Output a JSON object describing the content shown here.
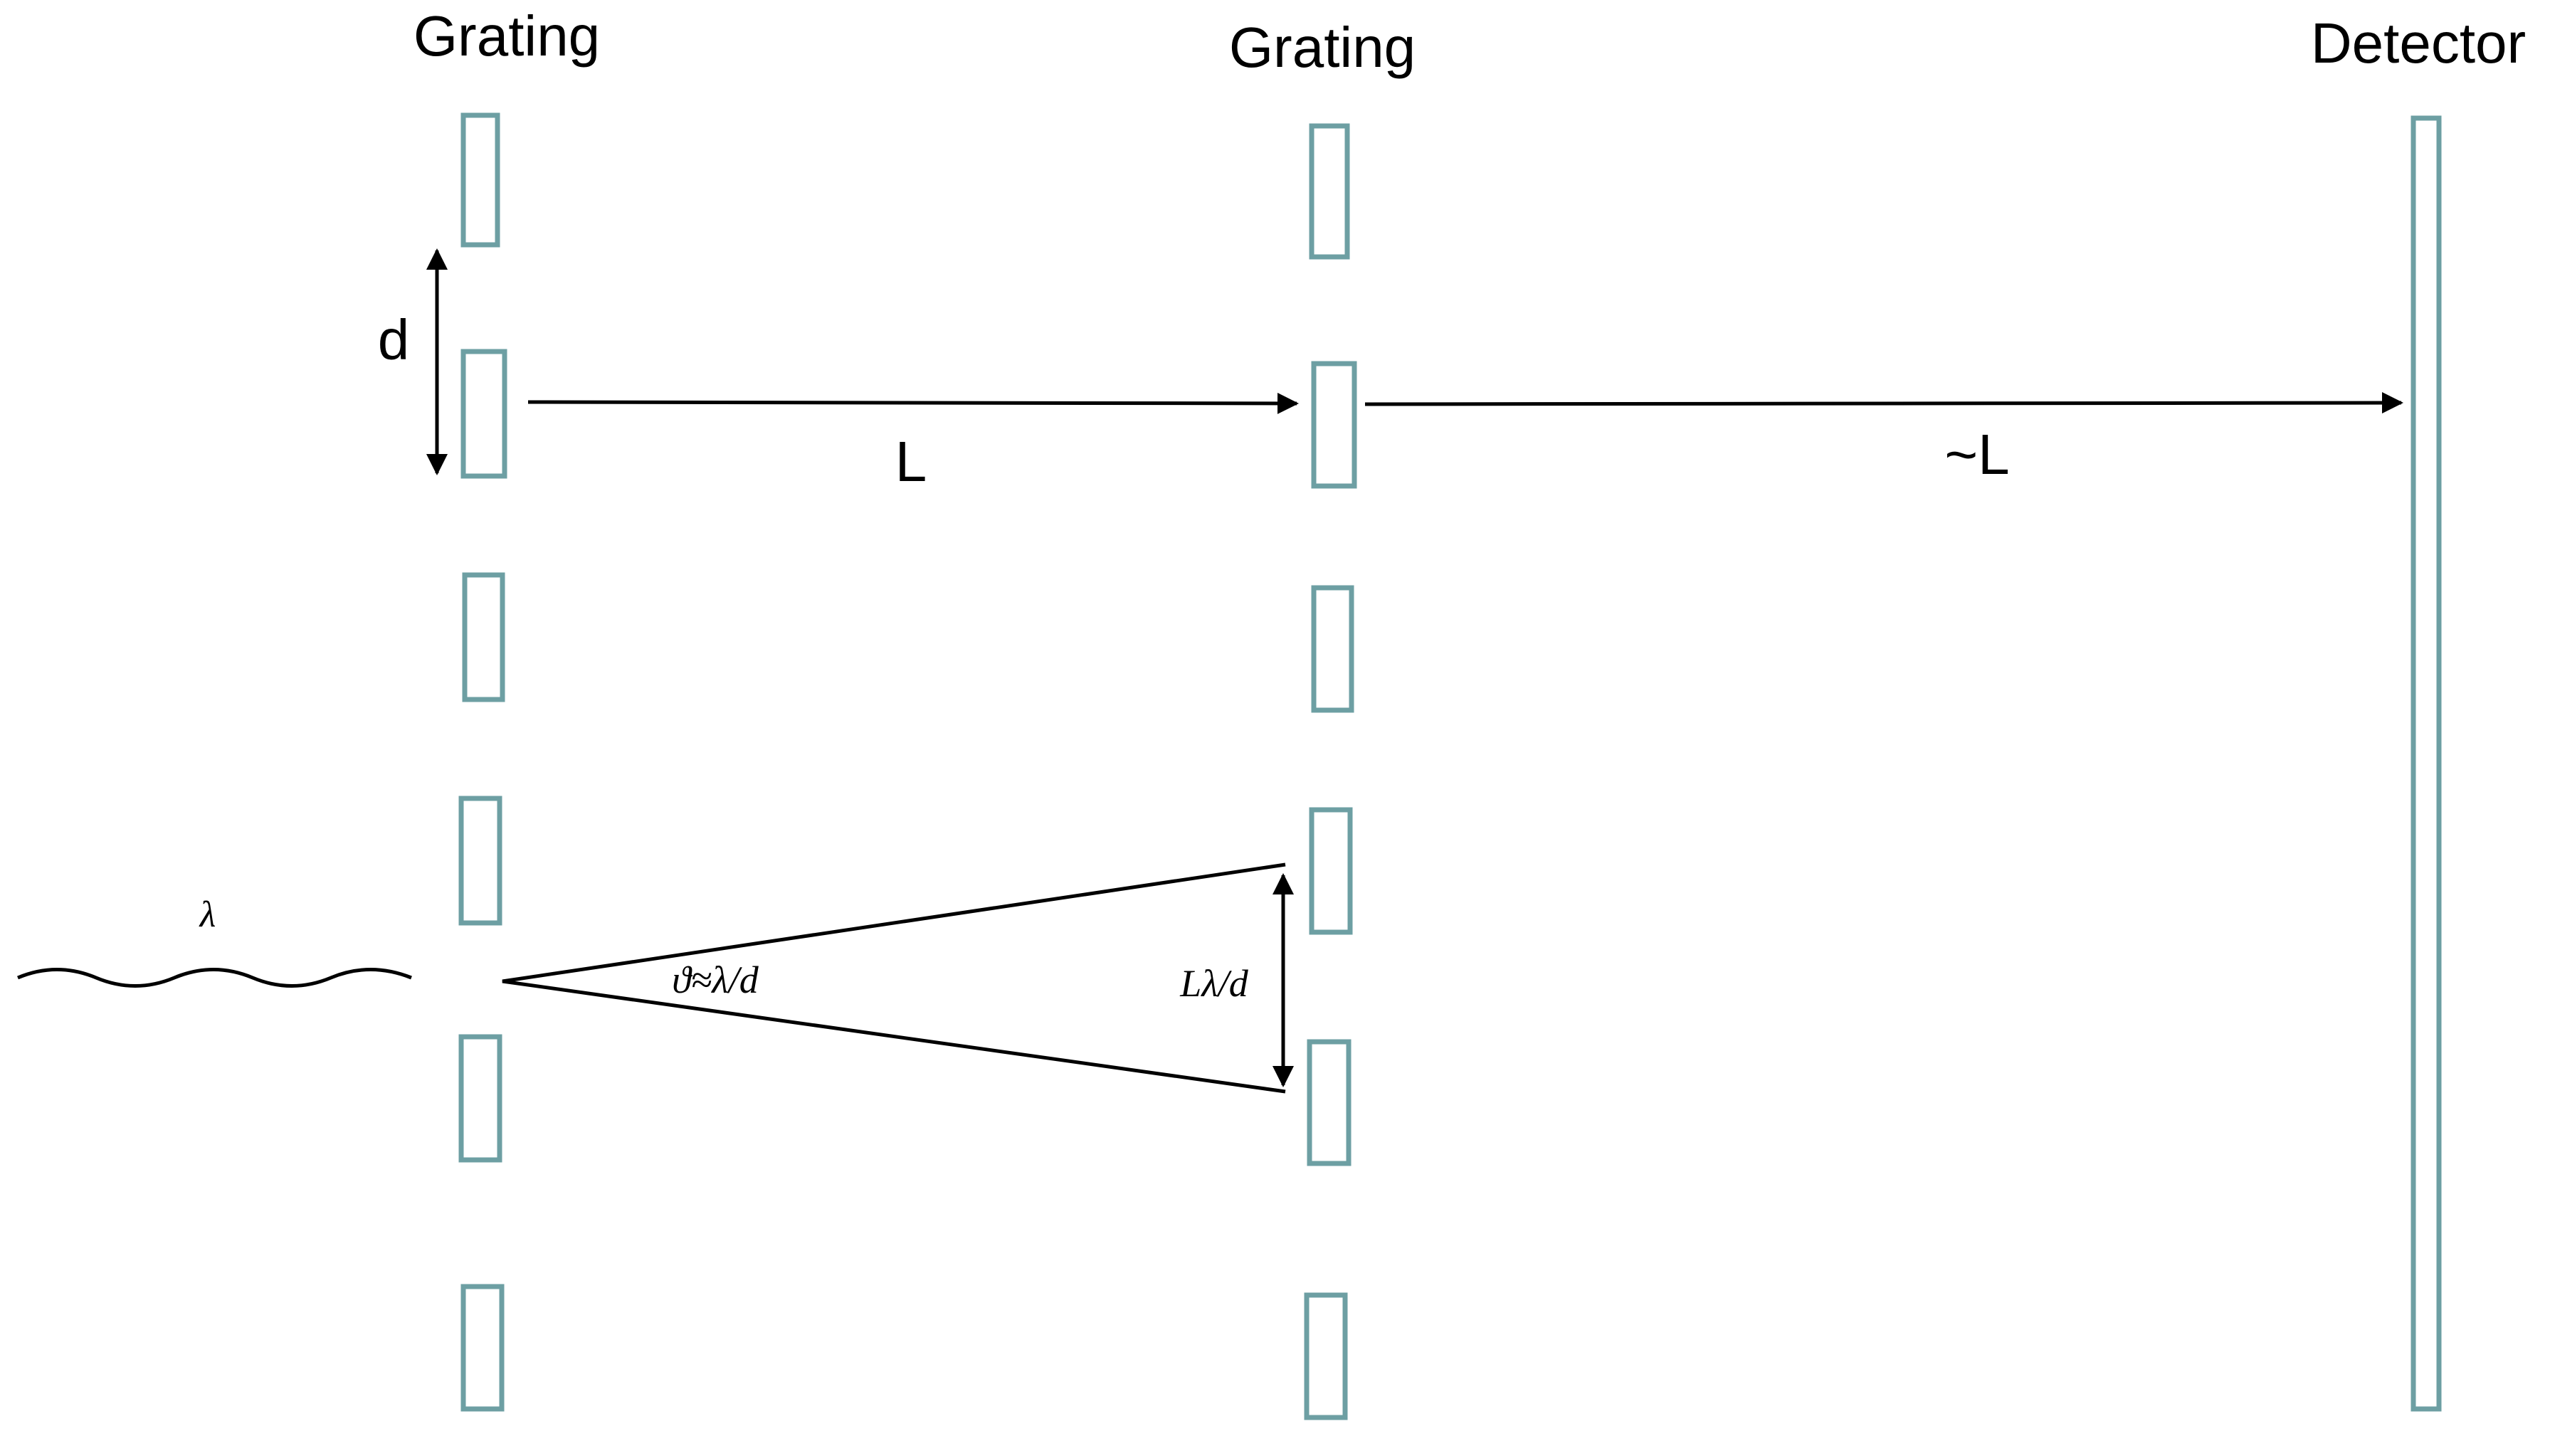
{
  "labels": {
    "grating_1": "Grating",
    "grating_2": "Grating",
    "detector": "Detector",
    "period": "d",
    "distance_1": "L",
    "distance_2": "~L",
    "wavelength": "λ",
    "angle": "ϑ≈λ/d",
    "spread": "Lλ/d"
  },
  "colors": {
    "grating_stroke": "#6d9fa3",
    "line": "#000000",
    "background": "#ffffff"
  }
}
